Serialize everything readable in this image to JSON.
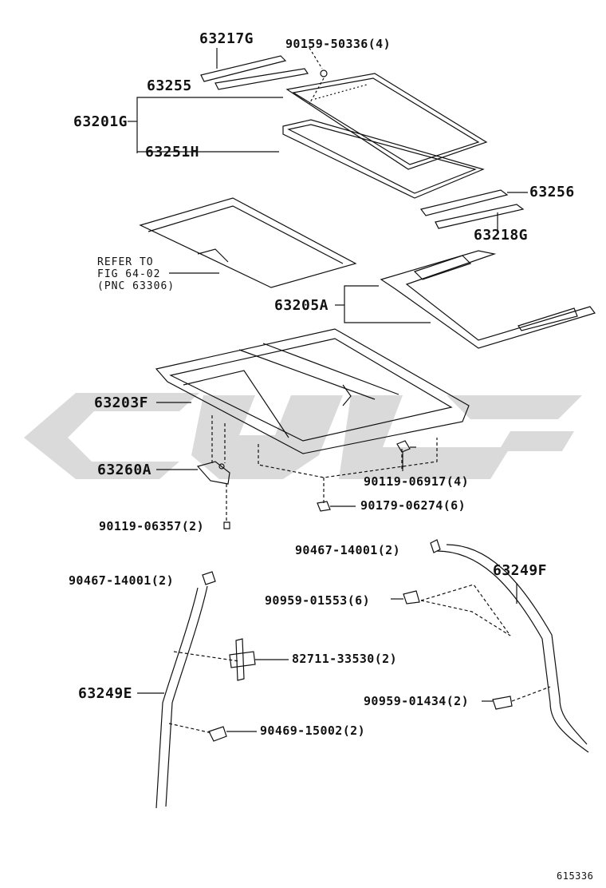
{
  "labels": {
    "p63217G": "63217G",
    "p90159_50336": "90159-50336(4)",
    "p63255": "63255",
    "p63201G": "63201G",
    "p63251H": "63251H",
    "p63256": "63256",
    "p63218G": "63218G",
    "refer_line1": "REFER TO",
    "refer_line2": "FIG 64-02",
    "refer_line3": "(PNC 63306)",
    "p63205A": "63205A",
    "p63203F": "63203F",
    "p63260A": "63260A",
    "p90119_06917": "90119-06917(4)",
    "p90179_06274": "90179-06274(6)",
    "p90119_06357": "90119-06357(2)",
    "p90467_14001_right": "90467-14001(2)",
    "p63249F": "63249F",
    "p90467_14001_left": "90467-14001(2)",
    "p90959_01553": "90959-01553(6)",
    "p82711_33530": "82711-33530(2)",
    "p63249E": "63249E",
    "p90959_01434": "90959-01434(2)",
    "p90469_15002": "90469-15002(2)",
    "figure_number": "615336"
  },
  "colors": {
    "line": "#111111",
    "watermark": "#d9d9d9",
    "background": "#ffffff"
  }
}
